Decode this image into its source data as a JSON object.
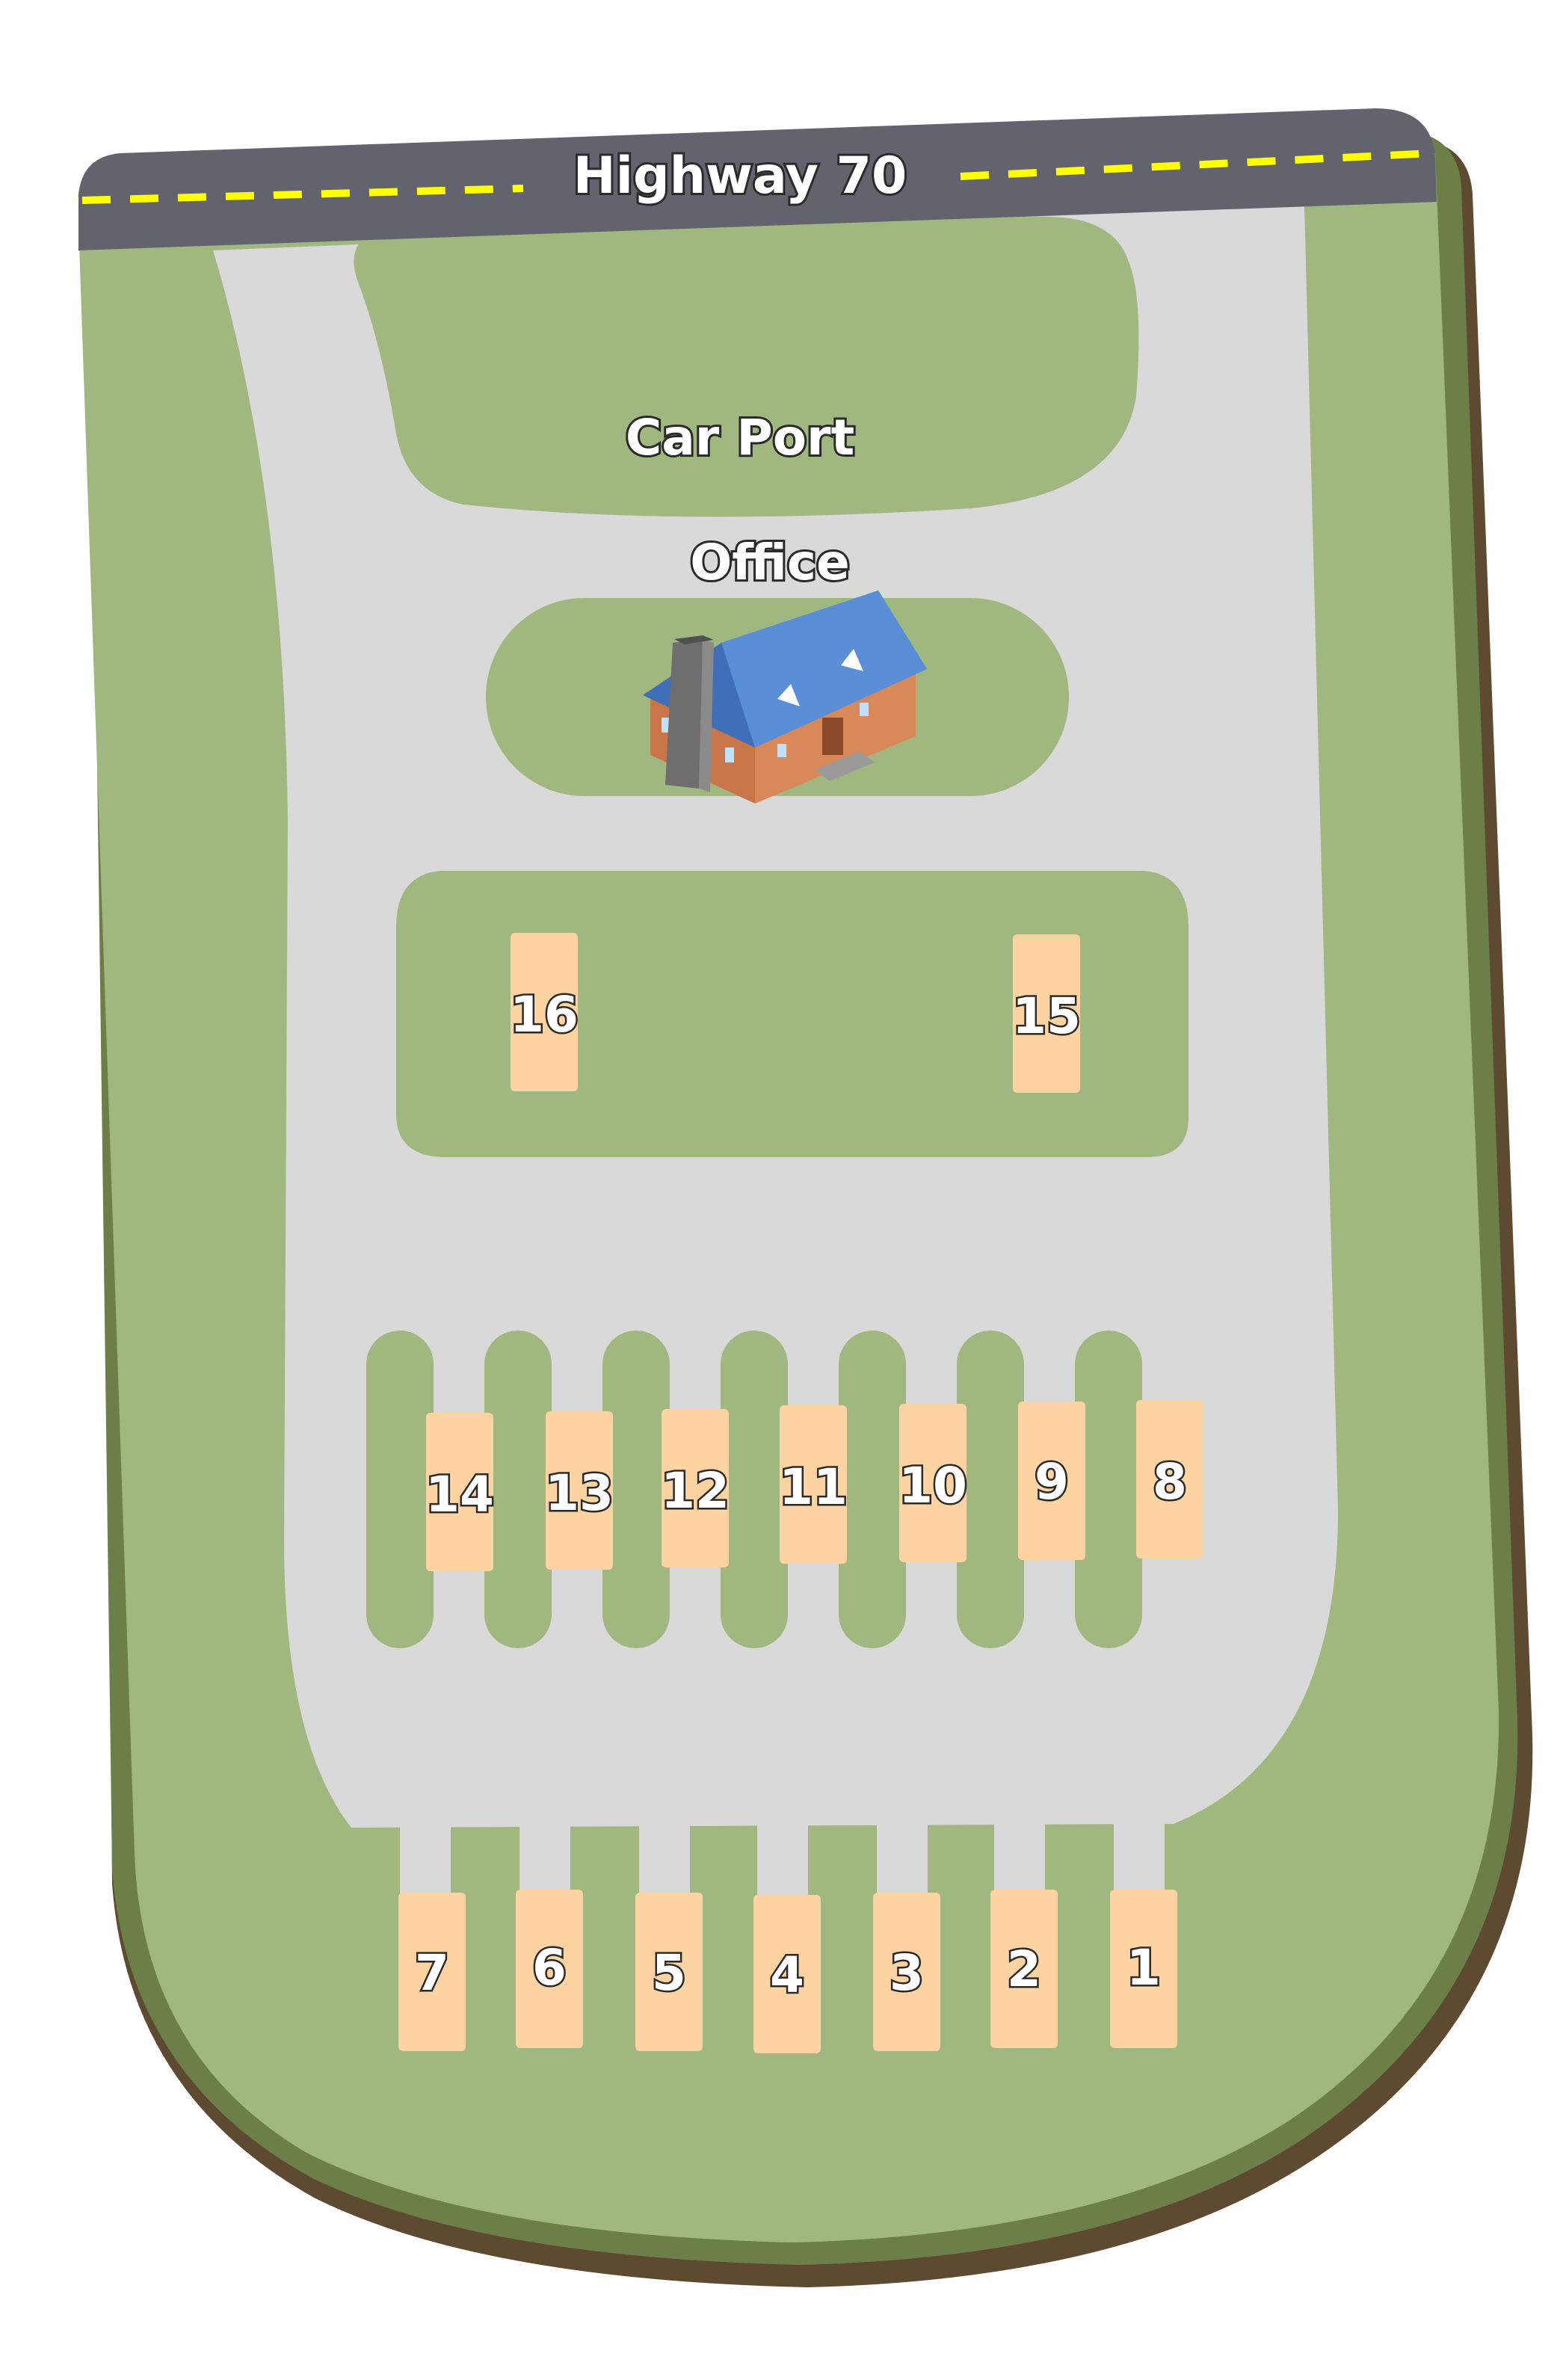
{
  "map": {
    "highway_label": "Highway 70",
    "car_port_label": "Car Port",
    "office_label": "Office"
  },
  "colors": {
    "grass": "#a0b880",
    "road": "#d9d9d9",
    "highway": "#63636e",
    "centerline": "#ffff00",
    "site": "#fcd3a1",
    "soil": "#5e4a30",
    "edge_green": "#6c7f48",
    "roof": "#4a7cc9",
    "brick": "#d9885a"
  },
  "icons": {
    "office": "house-icon"
  },
  "sites": {
    "bottom_row": [
      "7",
      "6",
      "5",
      "4",
      "3",
      "2",
      "1"
    ],
    "middle_row": [
      "14",
      "13",
      "12",
      "11",
      "10",
      "9",
      "8"
    ],
    "upper": [
      "16",
      "15"
    ]
  }
}
